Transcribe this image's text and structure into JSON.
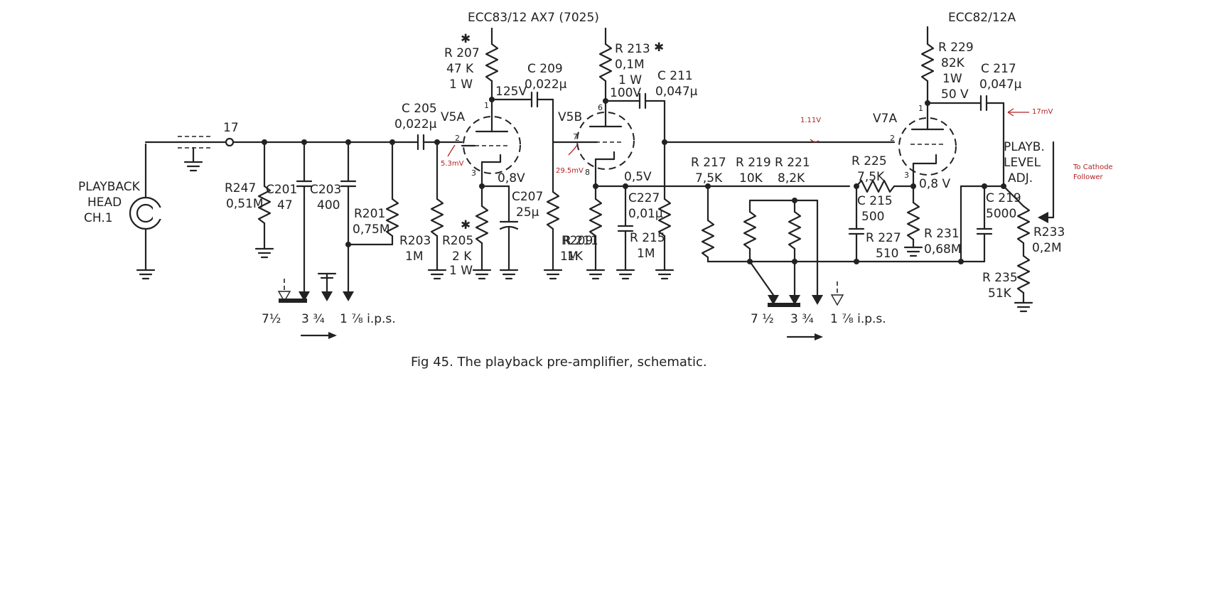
{
  "tubes": {
    "v5_type": "ECC83/12 AX7 (7025)",
    "v7_type": "ECC82/12A",
    "v5a": "V5A",
    "v5b": "V5B",
    "v7a": "V7A"
  },
  "input": {
    "head": [
      "PLAYBACK",
      "HEAD",
      "CH.1"
    ],
    "terminal": "17"
  },
  "components": {
    "r207": [
      "R 207",
      "47 K",
      "1 W"
    ],
    "r213": [
      "R 213",
      "0,1M",
      "1 W"
    ],
    "r229": [
      "R 229",
      "82K",
      "1W",
      "50 V"
    ],
    "c209": [
      "C 209",
      "0,022µ"
    ],
    "c211": [
      "C 211",
      "0,047µ"
    ],
    "c217": [
      "C 217",
      "0,047µ"
    ],
    "c205": [
      "C 205",
      "0,022µ"
    ],
    "r247": [
      "R247",
      "0,51M"
    ],
    "c201": [
      "C201",
      "47"
    ],
    "c203": [
      "C203",
      "400"
    ],
    "r201": [
      "R201",
      "0,75M"
    ],
    "r203": [
      "R203",
      "1M"
    ],
    "r205": [
      "R205",
      "2 K",
      "1 W"
    ],
    "c207": [
      "C207",
      "25µ"
    ],
    "r209": [
      "R209",
      "1M"
    ],
    "r211": [
      "R 211",
      "1K"
    ],
    "c227": [
      "C227",
      "0,01µ"
    ],
    "r215": [
      "R 215",
      "1M"
    ],
    "r217": [
      "R 217",
      "7,5K"
    ],
    "r219": [
      "R 219",
      "10K"
    ],
    "r221": [
      "R 221",
      "8,2K"
    ],
    "r225": [
      "R 225",
      "7,5K"
    ],
    "c215": [
      "C 215",
      "500"
    ],
    "r227": [
      "R 227",
      "510"
    ],
    "r231": [
      "R 231",
      "0,68M"
    ],
    "c219": [
      "C 219",
      "5000"
    ],
    "r233": [
      "R233",
      "0,2M"
    ],
    "r235": [
      "R 235",
      "51K"
    ],
    "level": [
      "PLAYB.",
      "LEVEL",
      "ADJ."
    ]
  },
  "voltages": {
    "v5a_plate": "125V",
    "v5a_cathode": "0,8V",
    "v5b_plate": "100V",
    "v5b_cathode": "0,5V",
    "v7a_cathode": "0,8 V"
  },
  "pins": {
    "v5a_plate": "1",
    "v5a_grid": "2",
    "v5a_cathode": "3",
    "v5b_plate": "6",
    "v5b_grid": "7",
    "v5b_cathode": "8",
    "v7a_plate": "1",
    "v7a_grid": "2",
    "v7a_cathode": "3"
  },
  "markers": {
    "star": "✱"
  },
  "speeds": {
    "left": [
      "7½",
      "3 ¾",
      "1 ⅞ i.p.s."
    ],
    "right": [
      "7 ½",
      "3 ¾",
      "1 ⅞ i.p.s."
    ]
  },
  "annotations": {
    "m1": "5.3mV",
    "m2": "29.5mV",
    "m3": "1.11V",
    "m4": "17mV",
    "note": [
      "To Cathode",
      "Follower"
    ]
  },
  "caption": "Fig  45. The playback pre-amplifier, schematic."
}
